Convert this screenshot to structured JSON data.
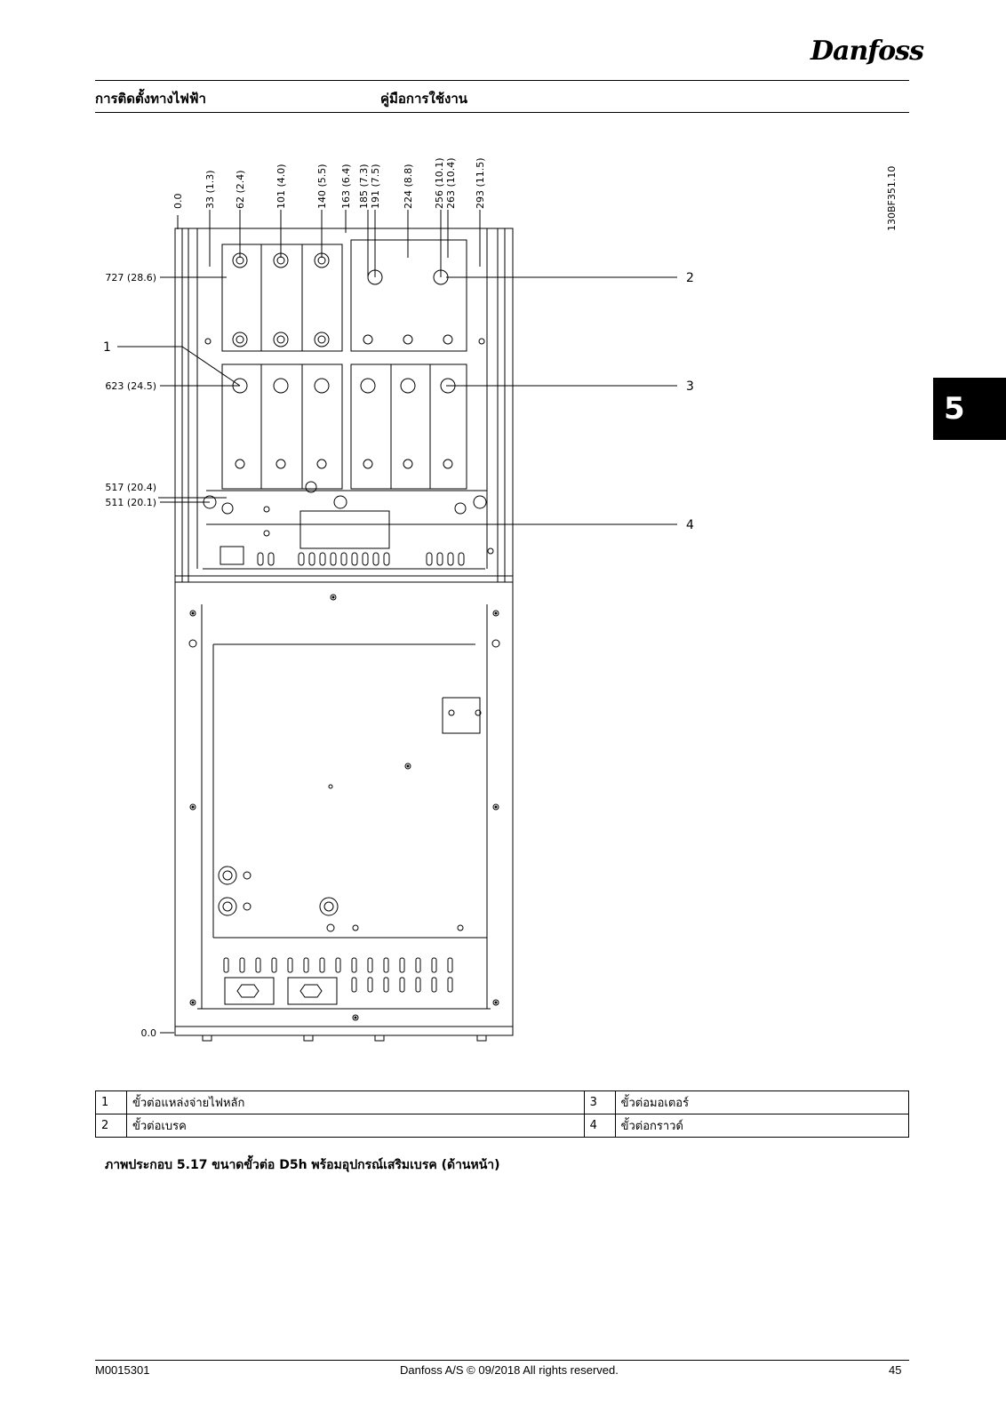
{
  "header": {
    "brand": "Danfoss",
    "section": "การติดตั้งทางไฟฟ้า",
    "title": "คู่มือการใช้งาน"
  },
  "side_tab": "5",
  "figure_code": "130BF351.10",
  "dimensions": {
    "top": [
      "0.0",
      "33 (1.3)",
      "62 (2.4)",
      "101 (4.0)",
      "140 (5.5)",
      "163 (6.4)",
      "185 (7.3)",
      "191 (7.5)",
      "224 (8.8)",
      "256 (10.1)",
      "263 (10.4)",
      "293 (11.5)"
    ],
    "left": [
      "727 (28.6)",
      "623 (24.5)",
      "517 (20.4)",
      "511 (20.1)",
      "0.0"
    ]
  },
  "callouts": [
    "1",
    "2",
    "3",
    "4"
  ],
  "legend": [
    {
      "n1": "1",
      "t1": "ขั้วต่อแหล่งจ่ายไฟหลัก",
      "n2": "3",
      "t2": "ขั้วต่อมอเตอร์"
    },
    {
      "n1": "2",
      "t1": "ขั้วต่อเบรค",
      "n2": "4",
      "t2": "ขั้วต่อกราวด์"
    }
  ],
  "caption": "ภาพประกอบ 5.17 ขนาดขั้วต่อ D5h พร้อมอุปกรณ์เสริมเบรค (ด้านหน้า)",
  "footer": {
    "doc_id": "M0015301",
    "copyright": "Danfoss A/S © 09/2018 All rights reserved.",
    "page": "45"
  }
}
